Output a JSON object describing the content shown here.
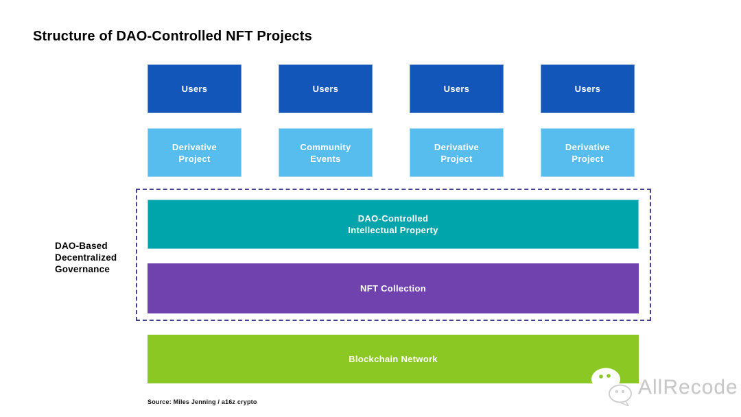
{
  "title": "Structure of DAO-Controlled NFT Projects",
  "users_boxes": [
    "Users",
    "Users",
    "Users",
    "Users"
  ],
  "project_boxes": [
    {
      "lines": [
        "Derivative",
        "Project"
      ]
    },
    {
      "lines": [
        "Community",
        "Events"
      ]
    },
    {
      "lines": [
        "Derivative",
        "Project"
      ]
    },
    {
      "lines": [
        "Derivative",
        "Project"
      ]
    }
  ],
  "governance_group": {
    "label_lines": [
      "DAO-Based",
      "Decentralized",
      "Governance"
    ],
    "ip_box": {
      "lines": [
        "DAO-Controlled",
        "Intellectual Property"
      ]
    },
    "nft_box": {
      "label": "NFT Collection"
    }
  },
  "blockchain_box": {
    "label": "Blockchain Network"
  },
  "source": "Source: Miles Jenning / a16z crypto",
  "watermark": {
    "brand": "AllRecode",
    "icon": "wechat-speech-bubbles-icon"
  },
  "colors": {
    "users_blue": "#1156b8",
    "project_light_blue": "#56bdee",
    "ip_teal": "#00a4ab",
    "nft_purple": "#6f42ad",
    "blockchain_green": "#8cc823",
    "dashed_outline_indigo": "#44418e",
    "watermark_gray": "#c8c8c8",
    "background": "#ffffff",
    "title_black": "#000000"
  }
}
